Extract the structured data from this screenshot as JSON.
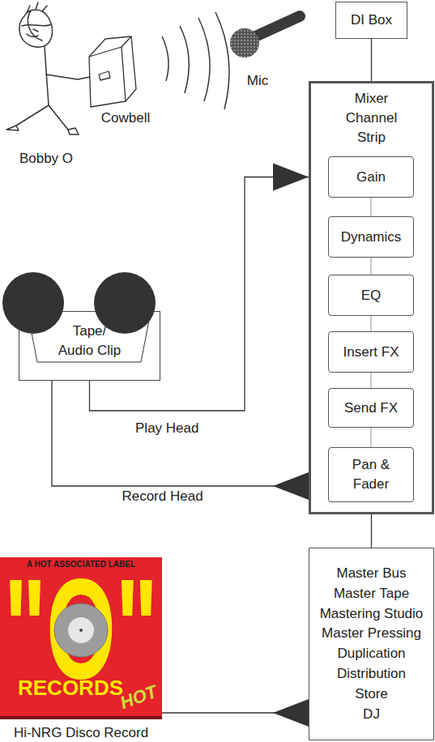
{
  "diagram": {
    "nodes": [
      {
        "text": [
          "DI Box"
        ]
      },
      {
        "text": [
          "Mixer Channel Strip"
        ]
      },
      {
        "text": [
          "Gain"
        ],
        "in": 1
      },
      {
        "text": [
          "Dynamics"
        ],
        "in": 1
      },
      {
        "text": [
          "EQ"
        ],
        "in": 1
      },
      {
        "text": [
          "Insert FX"
        ],
        "in": 1
      },
      {
        "text": [
          "Send FX"
        ],
        "in": 1
      },
      {
        "text": [
          "Pan & Fader"
        ],
        "in": 1
      },
      {
        "text": [
          "Tape/ Audio Clip"
        ]
      },
      {
        "text": [
          "Master Bus",
          "Master Tape",
          "Mastering Studio",
          "Master Pressing",
          "Duplication",
          "Distribution",
          "Store",
          "DJ"
        ]
      },
      {
        "text": [
          "A HOT ASSOCIATED LABEL",
          "\"O\"",
          "RECORDS",
          "HOT",
          "Hi-NRG Disco Record"
        ]
      }
    ],
    "edges": [
      {
        "from": 0,
        "to": 1,
        "arrow": "none"
      },
      {
        "from": 8,
        "to": 1,
        "label": "Play Head",
        "arrow": "to"
      },
      {
        "from": 1,
        "to": 8,
        "label": "Record Head",
        "arrow": "to"
      },
      {
        "from": 1,
        "to": 9,
        "arrow": "none"
      },
      {
        "from": 9,
        "to": 10,
        "arrow": "to"
      },
      {
        "from": 2,
        "to": 3,
        "arrow": "none"
      },
      {
        "from": 3,
        "to": 4,
        "arrow": "none"
      },
      {
        "from": 4,
        "to": 5,
        "arrow": "none"
      },
      {
        "from": 5,
        "to": 6,
        "arrow": "none"
      },
      {
        "from": 6,
        "to": 7,
        "arrow": "none"
      }
    ],
    "labels": [
      "Bobby O",
      "Cowbell",
      "Mic"
    ]
  }
}
